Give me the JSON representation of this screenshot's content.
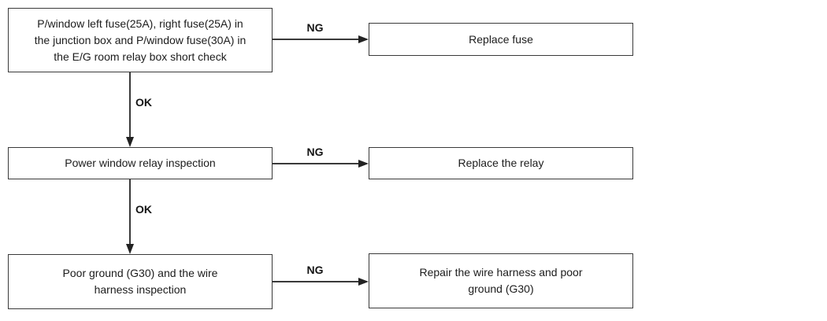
{
  "diagram": {
    "type": "flowchart",
    "nodes": {
      "step1": "P/window left fuse(25A), right fuse(25A) in\nthe junction box and P/window fuse(30A) in\nthe E/G room relay box short check",
      "step2": "Power window relay inspection",
      "step3": "Poor ground (G30) and the wire\nharness inspection",
      "action1": "Replace fuse",
      "action2": "Replace the relay",
      "action3": "Repair the wire harness and poor\nground (G30)"
    },
    "edges": {
      "step1_ng": "NG",
      "step1_ok": "OK",
      "step2_ng": "NG",
      "step2_ok": "OK",
      "step3_ng": "NG"
    },
    "colors": {
      "background": "#ffffff",
      "box_border": "#3a3a3a",
      "line": "#3a3a3a",
      "arrowhead": "#222222",
      "text": "#1c1c1c"
    }
  }
}
